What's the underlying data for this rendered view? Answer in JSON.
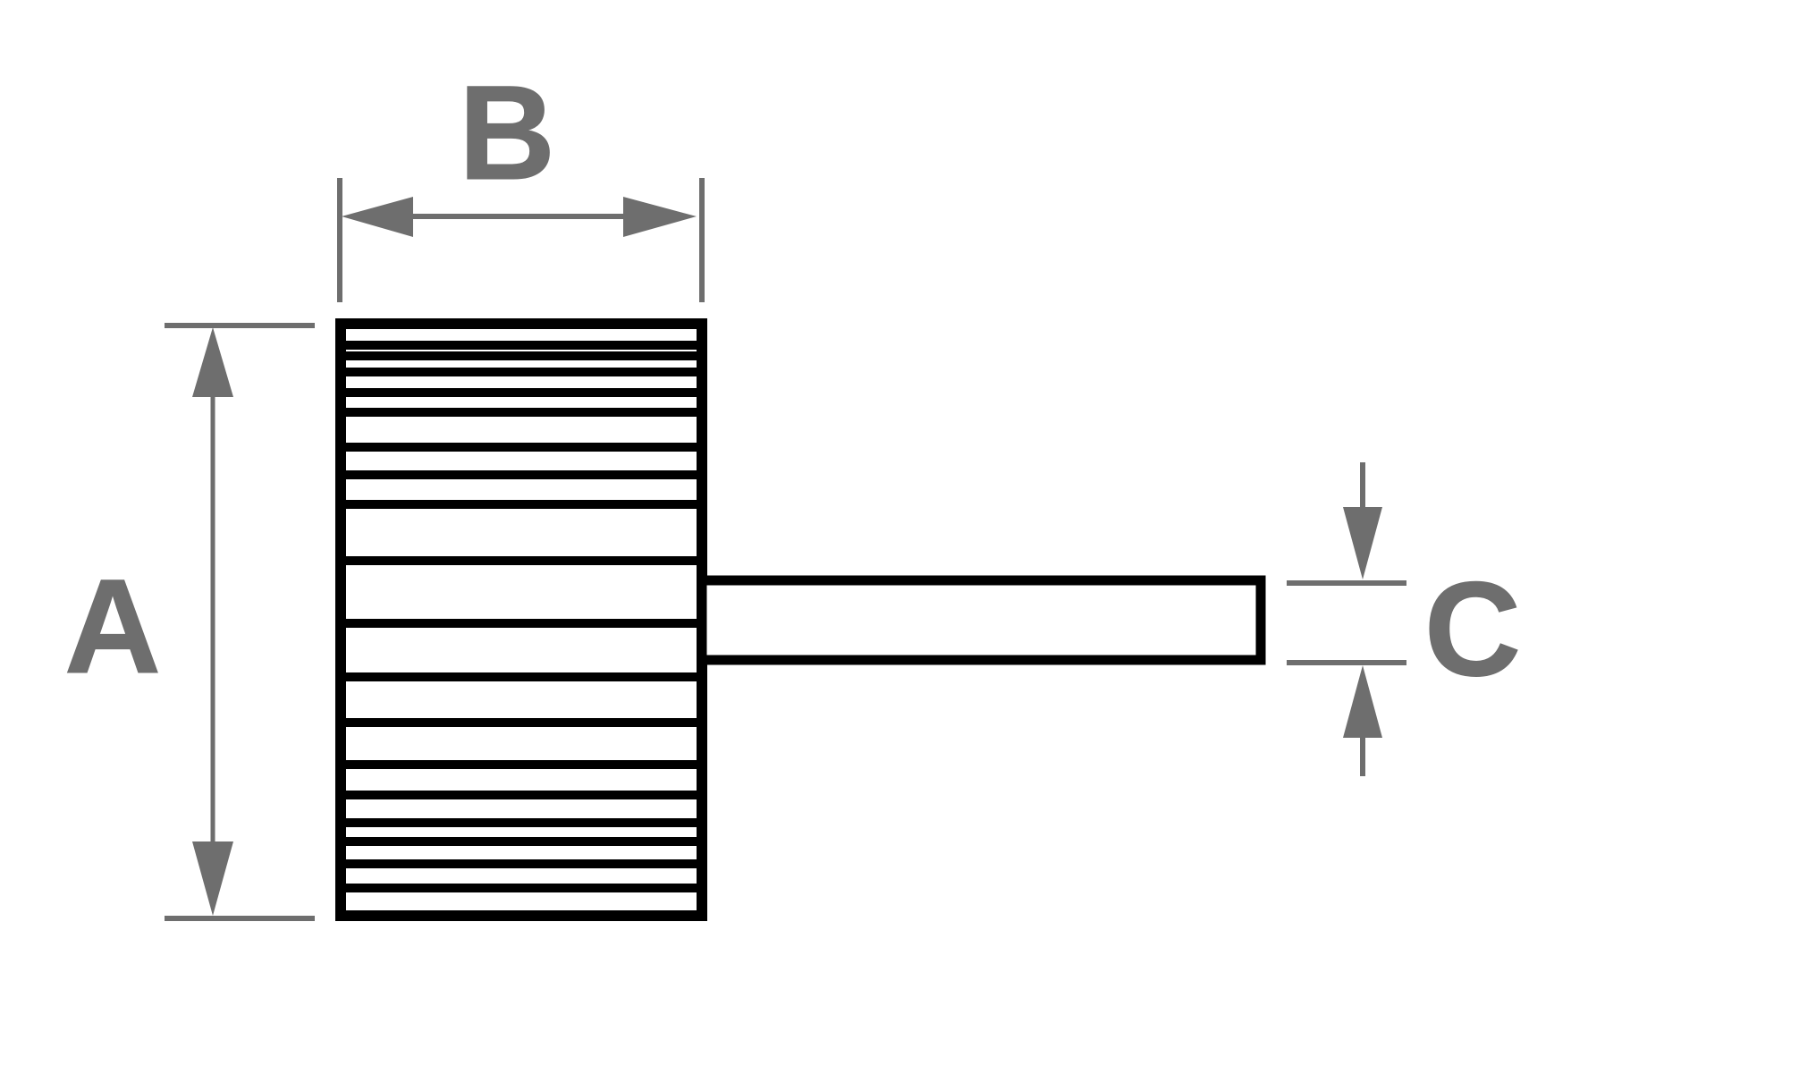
{
  "labels": {
    "a": "A",
    "b": "B",
    "c": "C"
  },
  "colors": {
    "outline": "#000000",
    "dimension": "#6e6e6e",
    "background": "#ffffff"
  }
}
